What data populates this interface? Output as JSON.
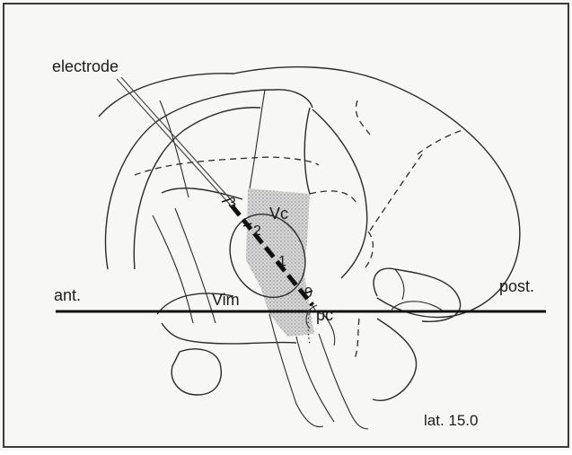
{
  "labels": {
    "electrode": "electrode",
    "ant": "ant.",
    "post": "post.",
    "vc": "Vc",
    "vim": "Vim",
    "pc": "pc",
    "lat": "lat. 15.0",
    "point_0": "0",
    "point_1": "1",
    "point_2": "2",
    "point_3": "3"
  },
  "colors": {
    "background": "#f7f7f5",
    "ink": "#1b1b1b",
    "stipple": "#bdbdbd",
    "electrode_track": "#111111"
  }
}
